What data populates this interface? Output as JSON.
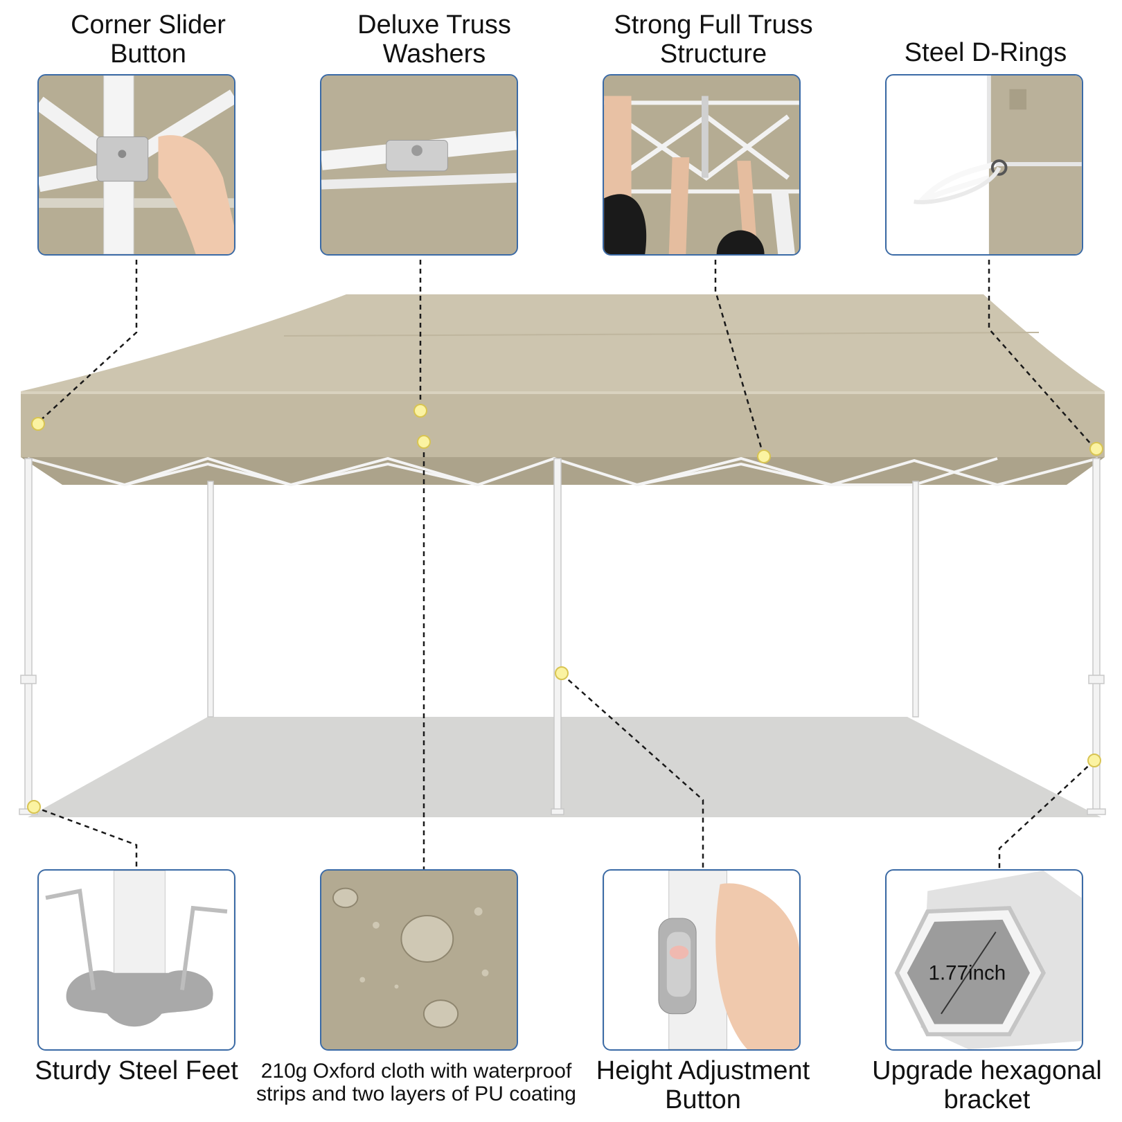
{
  "features": {
    "corner_slider": {
      "line1": "Corner Slider",
      "line2": "Button"
    },
    "truss_washers": {
      "line1": "Deluxe Truss",
      "line2": "Washers"
    },
    "full_truss": {
      "line1": "Strong Full Truss",
      "line2": "Structure"
    },
    "d_rings": {
      "line1": "Steel D-Rings"
    },
    "steel_feet": {
      "line1": "Sturdy Steel Feet"
    },
    "oxford_cloth": {
      "line1": "210g Oxford cloth with waterproof",
      "line2": "strips and two layers of PU coating"
    },
    "height_button": {
      "line1": "Height Adjustment",
      "line2": "Button"
    },
    "hex_bracket": {
      "line1": "Upgrade hexagonal",
      "line2": "bracket",
      "dimension": "1.77inch"
    }
  },
  "colors": {
    "canopy": "#c9c0a9",
    "frame": "#f2f2f2",
    "card_border": "#3a6aa6",
    "marker": "#fbf3a2"
  }
}
